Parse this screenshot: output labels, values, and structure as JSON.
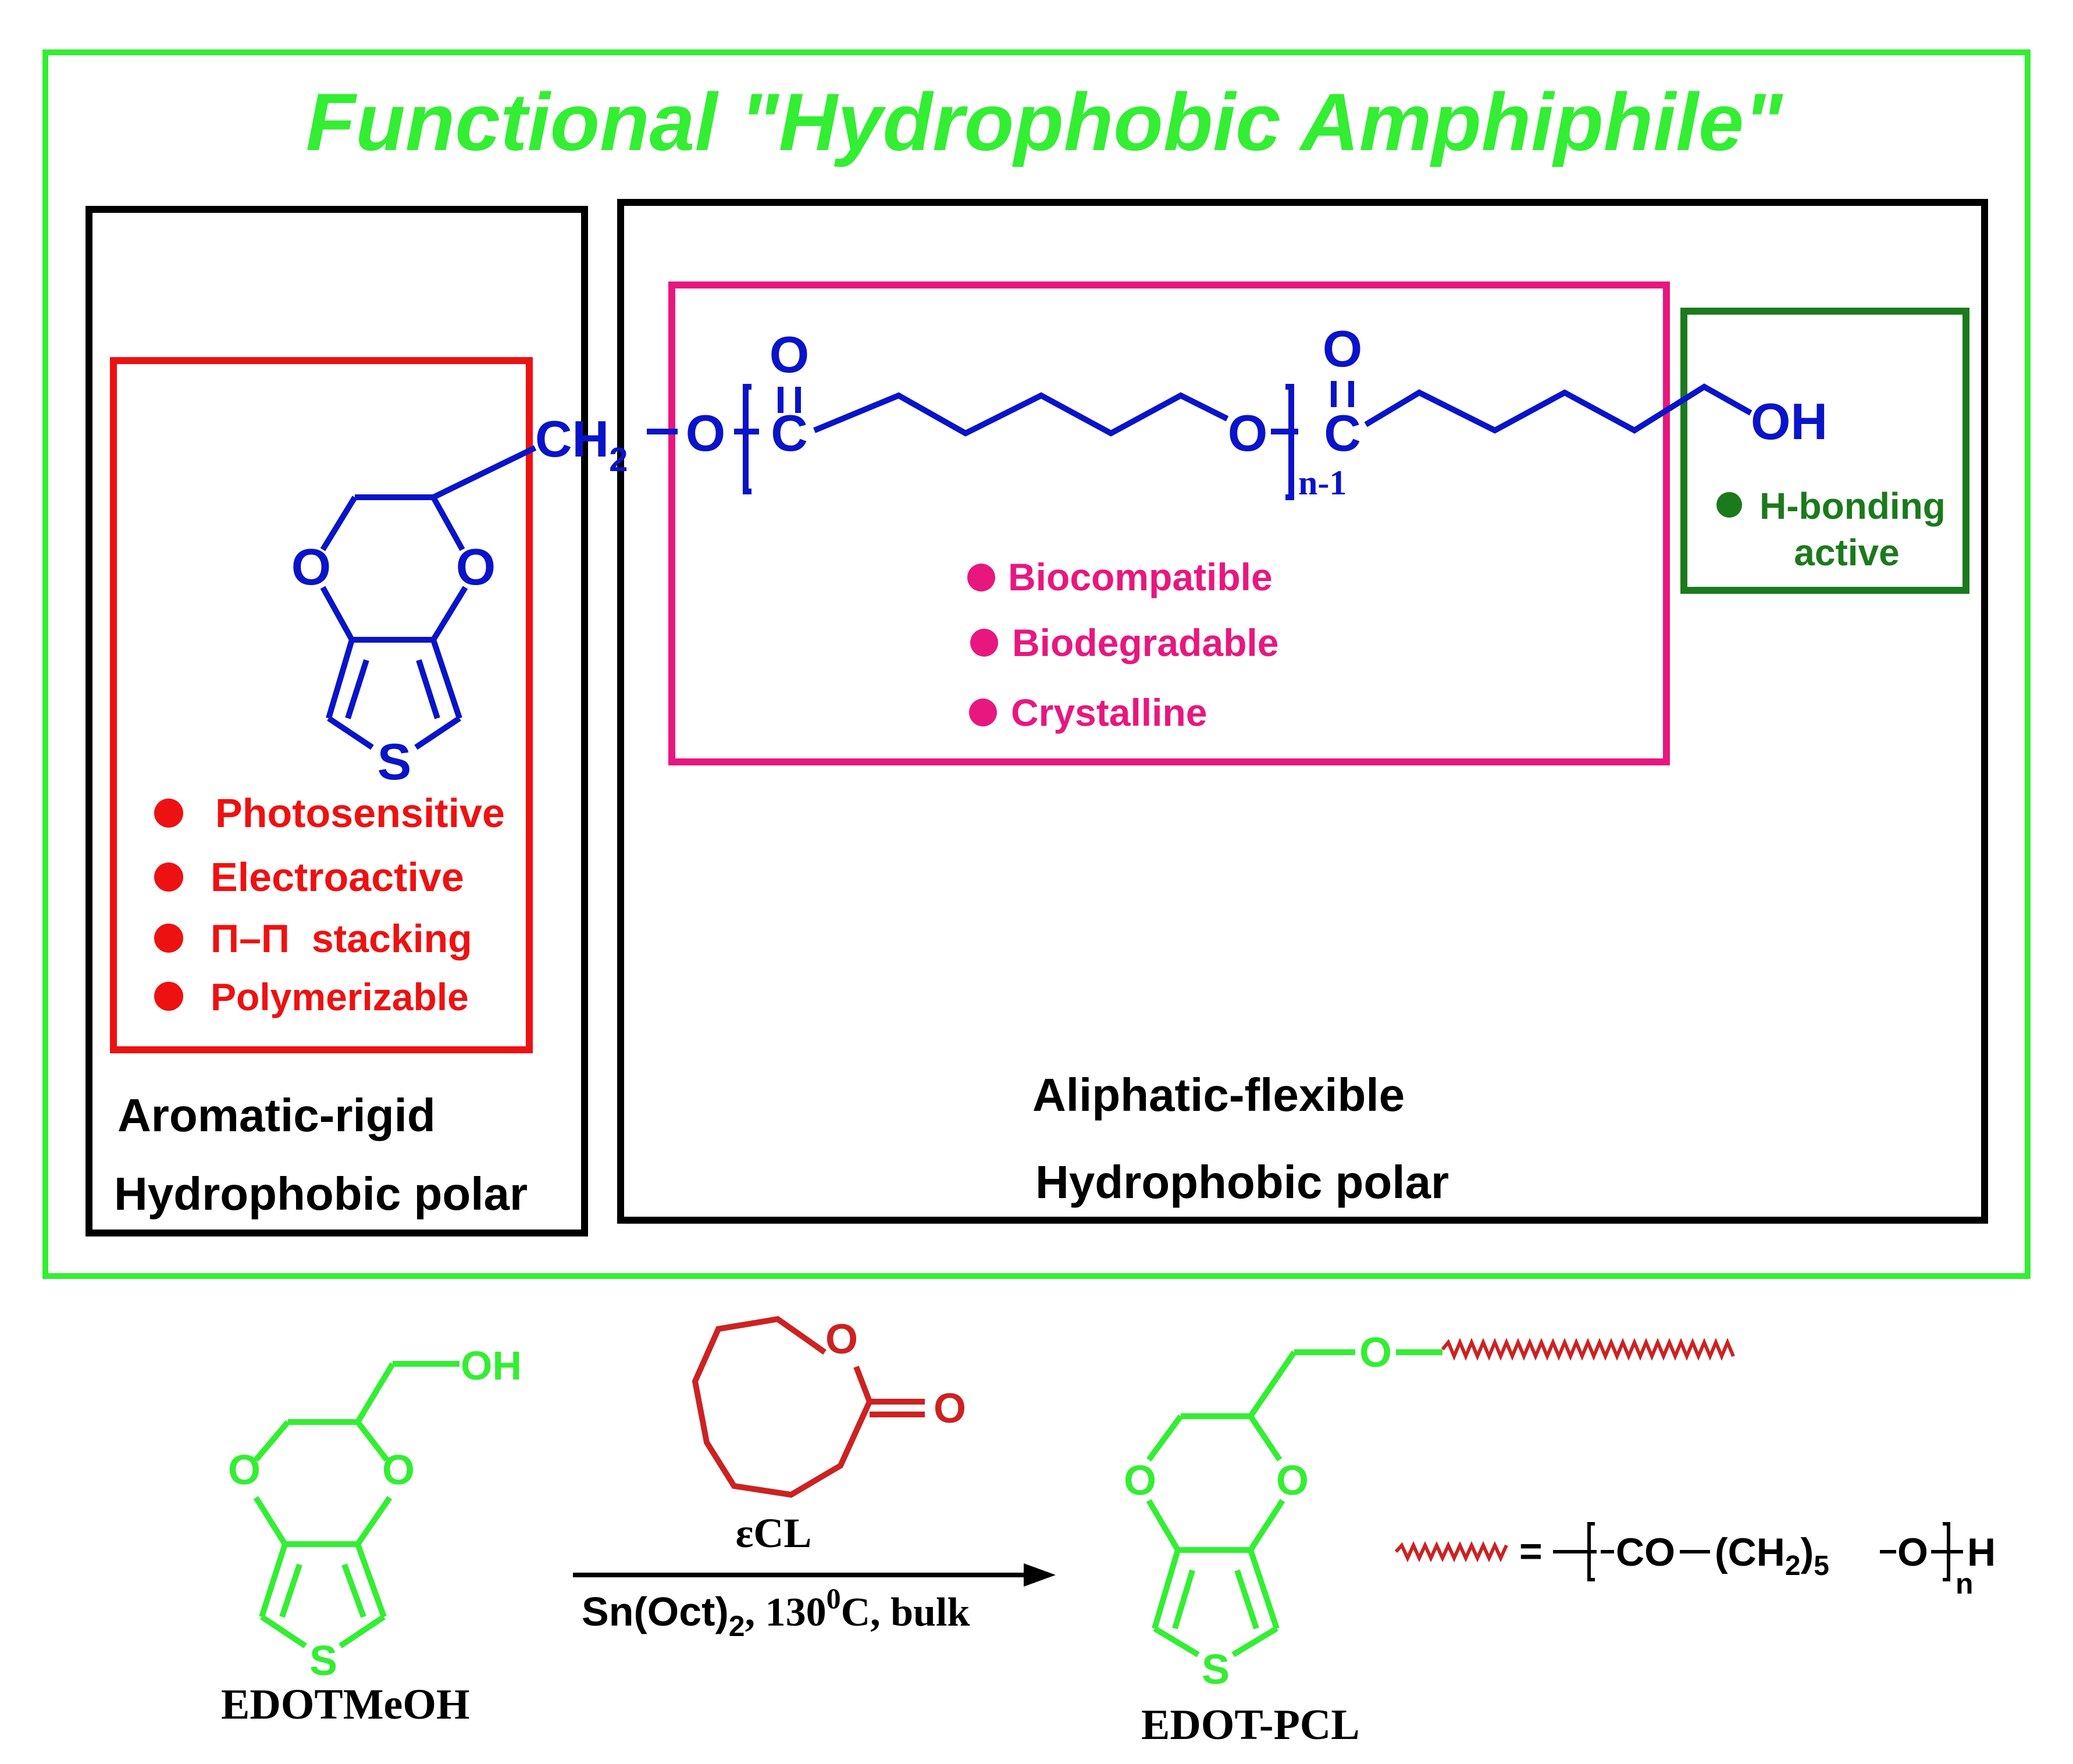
{
  "title": "Functional \"Hydrophobic Amphiphile\"",
  "colors": {
    "frame": "#33ee33",
    "structure": "#0a14c8",
    "red": "#ee1111",
    "magenta": "#e8177f",
    "dark_green": "#1b7a1b",
    "light_green": "#33ee33",
    "brick": "#cc2222",
    "black": "#000000"
  },
  "edot_block": {
    "features": [
      "Photosensitive",
      "Electroactive",
      "Π–Π  stacking",
      "Polymerizable"
    ],
    "label_line1": "Aromatic-rigid",
    "label_line2": "Hydrophobic polar",
    "atoms": {
      "o_left": "O",
      "o_right": "O",
      "s": "S"
    }
  },
  "pcl_block": {
    "features": [
      "Biocompatible",
      "Biodegradable",
      "Crystalline"
    ],
    "label_line1": "Aliphatic-flexible",
    "label_line2": "Hydrophobic polar"
  },
  "terminal_block": {
    "features_line1": "H-bonding",
    "features_line2": "active"
  },
  "chain": {
    "ch2": "CH",
    "ch2_sub": "2",
    "o1": "O",
    "c1": "C",
    "o_carbonyl1": "O",
    "o2": "O",
    "c2": "C",
    "o_carbonyl2": "O",
    "repeat": "n-1",
    "oh": "OH"
  },
  "reaction": {
    "reactant_name": "EDOTMeOH",
    "reactant_oh": "OH",
    "reactant_o_left": "O",
    "reactant_o_right": "O",
    "reactant_s": "S",
    "monomer_name": "εCL",
    "monomer_ring_o": "O",
    "monomer_carbonyl_o": "O",
    "conditions_a": "Sn(Oct)",
    "conditions_a_sub": "2",
    "conditions_b": ", 130",
    "conditions_b_sup": "0",
    "conditions_c": "C, bulk",
    "product_name": "EDOT-PCL",
    "product_o": "O",
    "product_o_left": "O",
    "product_o_right": "O",
    "product_s": "S",
    "legend_eq": "=",
    "legend_co": "CO",
    "legend_ch": "(CH",
    "legend_sub2": "2",
    "legend_close": ")",
    "legend_sub5": "5",
    "legend_o": "O",
    "legend_h": "H",
    "legend_n": "n"
  }
}
